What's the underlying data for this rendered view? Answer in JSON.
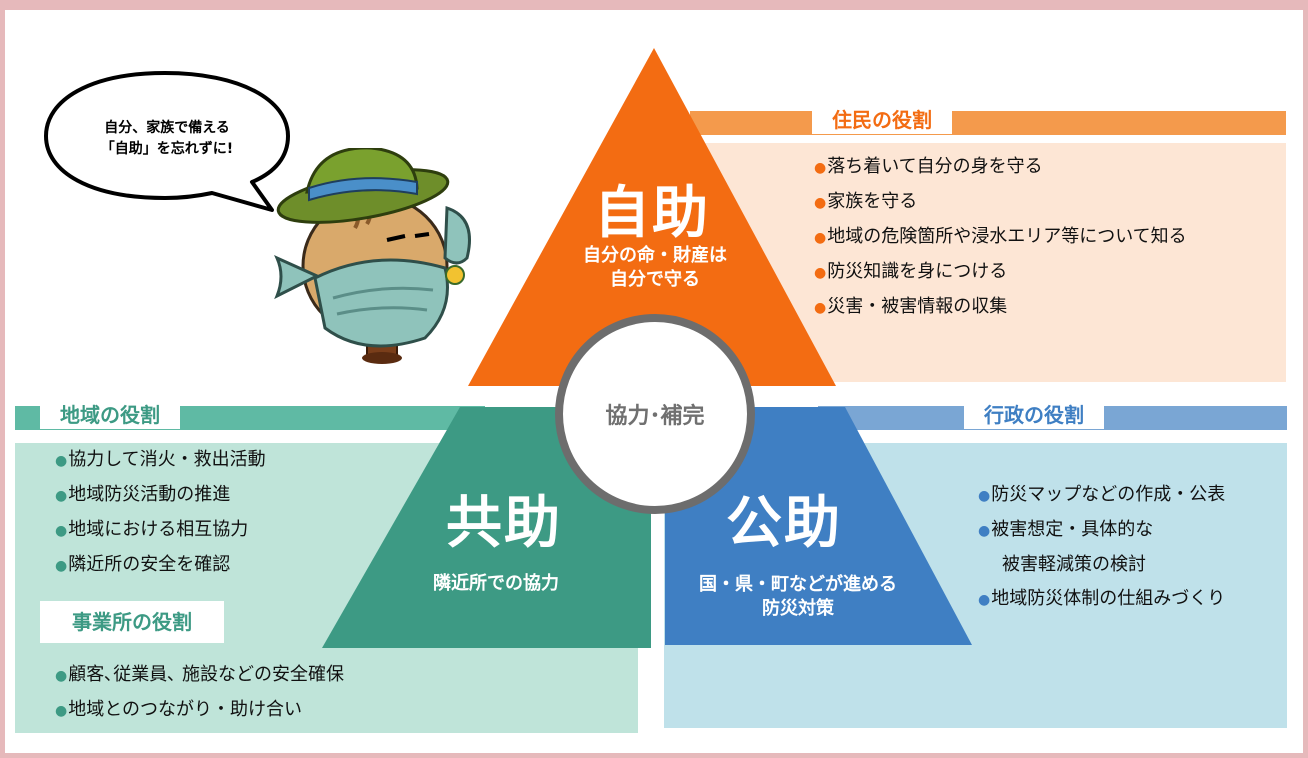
{
  "colors": {
    "orange": "#f36c12",
    "orange_light": "#f49a4c",
    "orange_bg": "#fde6d5",
    "teal": "#3d9a84",
    "teal_light": "#5fbaa4",
    "teal_bg": "#bfe4d9",
    "blue": "#3f7fc3",
    "blue_light": "#7aa6d4",
    "blue_bg": "#bfe1ea",
    "frame": "#e6b9bb"
  },
  "speech_bubble": {
    "line1": "自分、家族で備える",
    "line2": "「自助」を忘れずに!"
  },
  "center_circle": {
    "label": "協力･補完"
  },
  "jijo": {
    "title": "自助",
    "subtitle_line1": "自分の命・財産は",
    "subtitle_line2": "自分で守る"
  },
  "kyojo": {
    "title": "共助",
    "subtitle": "隣近所での協力"
  },
  "kojo": {
    "title": "公助",
    "subtitle_line1": "国・県・町などが進める",
    "subtitle_line2": "防災対策"
  },
  "residents": {
    "header": "住民の役割",
    "items": [
      "落ち着いて自分の身を守る",
      "家族を守る",
      "地域の危険箇所や浸水エリア等について知る",
      "防災知識を身につける",
      "災害・被害情報の収集"
    ]
  },
  "community": {
    "header": "地域の役割",
    "items": [
      "協力して消火・救出活動",
      "地域防災活動の推進",
      "地域における相互協力",
      "隣近所の安全を確認"
    ]
  },
  "business": {
    "header": "事業所の役割",
    "items": [
      "顧客､従業員､ 施設などの安全確保",
      "地域とのつながり・助け合い"
    ]
  },
  "government": {
    "header": "行政の役割",
    "items": [
      "防災マップなどの作成・公表",
      "被害想定・具体的な",
      "被害軽減策の検討",
      "地域防災体制の仕組みづくり"
    ]
  }
}
